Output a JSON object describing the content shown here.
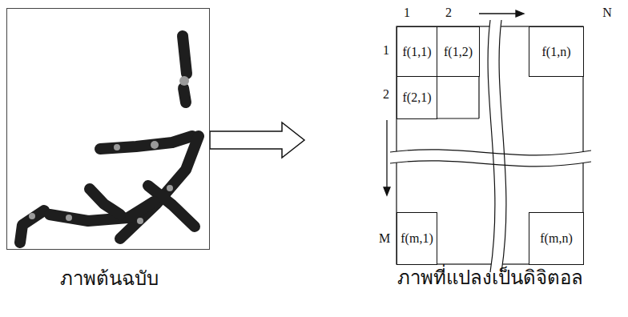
{
  "diagram": {
    "nodes": [
      {
        "text": [
          "ภาพต้นฉบับ"
        ]
      },
      {
        "text": [
          "ภาพที่แปลงเป็นดิจิตอล"
        ]
      },
      {
        "text": [
          "f(1,1)"
        ],
        "in": 1
      },
      {
        "text": [
          "f(1,2)"
        ],
        "in": 1
      },
      {
        "text": [
          "f(1,n)"
        ],
        "in": 1
      },
      {
        "text": [
          "f(2,1)"
        ],
        "in": 1
      },
      {
        "text": [
          "f(m,1)"
        ],
        "in": 1
      },
      {
        "text": [
          "f(m,n)"
        ],
        "in": 1
      }
    ],
    "edges": [
      {
        "from": 0,
        "to": 1,
        "arrow": "to"
      }
    ],
    "labels": [
      "1",
      "2",
      "N",
      "1",
      "2",
      "M"
    ]
  }
}
